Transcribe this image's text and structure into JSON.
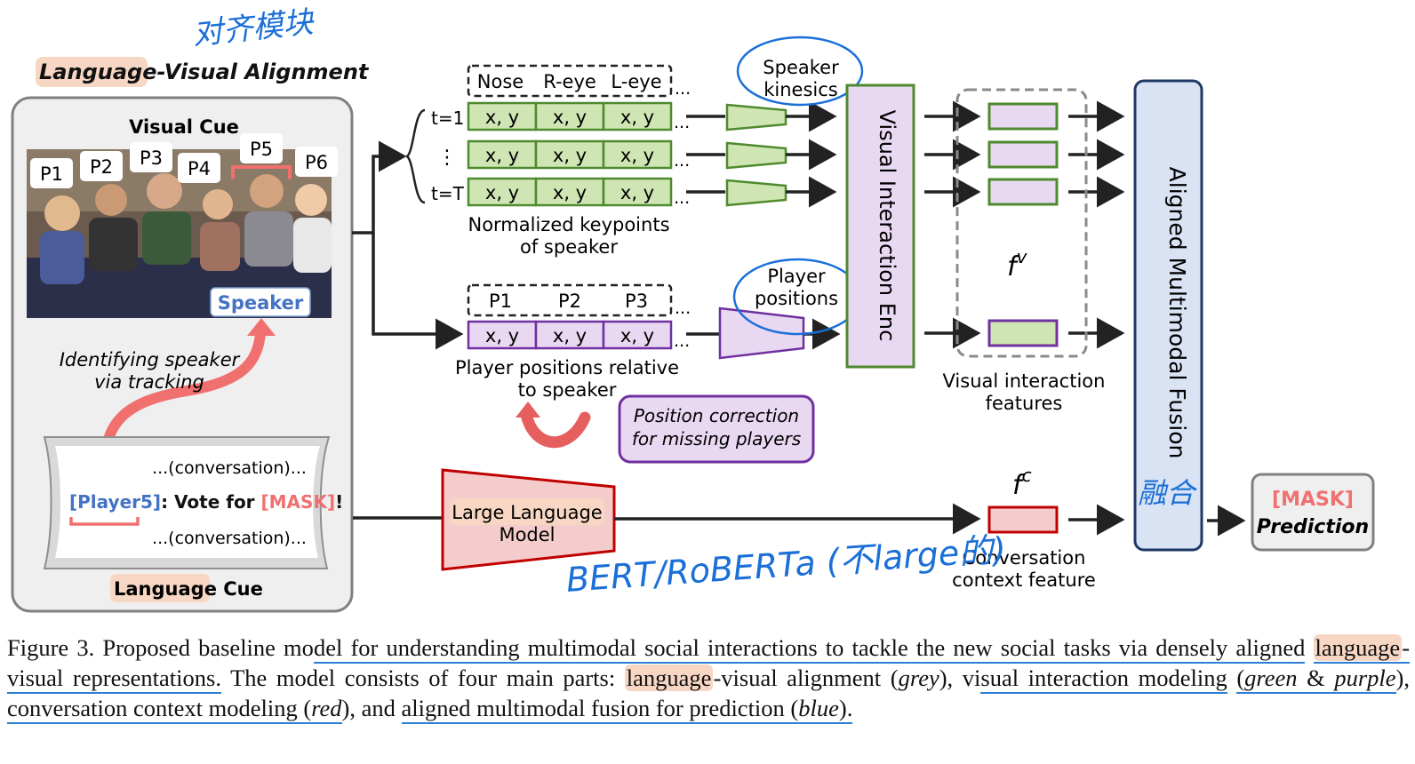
{
  "alignment": {
    "title_hl": "Language",
    "title_rest": "-Visual Alignment",
    "visual_cue": "Visual Cue",
    "players": [
      "P1",
      "P2",
      "P3",
      "P4",
      "P5",
      "P6"
    ],
    "speaker": "Speaker",
    "tracking": [
      "Identifying speaker",
      "via tracking"
    ],
    "conv_line1": "...(conversation)...",
    "conv_player": "[Player5]",
    "conv_vote": ": Vote for ",
    "conv_mask": "[MASK]",
    "conv_excl": "!",
    "conv_line3": "...(conversation)...",
    "language_cue_hl": "Language",
    "language_cue_rest": " Cue"
  },
  "keypoints": {
    "headers": [
      "Nose",
      "R-eye",
      "L-eye"
    ],
    "rows": [
      "t=1",
      "⋮",
      "t=T"
    ],
    "cell": "x, y",
    "ellipsis": "...",
    "label": [
      "Normalized keypoints",
      "of speaker"
    ],
    "bubble": [
      "Speaker",
      "kinesics"
    ]
  },
  "positions": {
    "headers": [
      "P1",
      "P2",
      "P3"
    ],
    "cell": "x, y",
    "label": [
      "Player positions relative",
      "to speaker"
    ],
    "bubble": [
      "Player",
      "positions"
    ],
    "correction": [
      "Position correction",
      "for missing players"
    ]
  },
  "encoder": {
    "label": "Visual Interaction Enc"
  },
  "features": {
    "symbol": "f",
    "sup": "v",
    "label": [
      "Visual interaction",
      "features"
    ]
  },
  "llm": {
    "hl1": "Large",
    "hl2": "Language",
    "line2": "Model"
  },
  "context": {
    "symbol": "f",
    "sup": "c",
    "label": [
      "Conversation",
      "context feature"
    ]
  },
  "fusion": {
    "label": "Aligned Multimodal Fusion"
  },
  "prediction": {
    "mask": "[MASK]",
    "label": "Prediction"
  },
  "annotations": {
    "align_zh": "对齐模块",
    "fusion_zh": "融合",
    "bert_note": "BERT/RoBERTa (不large的)"
  },
  "caption": {
    "p1": "Figure 3.  Proposed baseline mo",
    "u1": "del for understanding multimodal social interactions to tackle the new social tasks via densely aligned",
    "u2a": "language",
    "u2b": "-visual representations.",
    "p2": " The model consists of four main parts: ",
    "hl3": "language",
    "p3": "-visual alignment (",
    "grey": "grey",
    "p4": "), vi",
    "u4": "sual interaction modeling",
    "p5a": "(",
    "green": "green",
    "amp": " & ",
    "purple": "purple",
    "p5b": "), ",
    "u5": "conversation context modeling (",
    "red": "red",
    "p6": "), and ",
    "u6a": "aligned multimodal fusion for prediction (",
    "blue": "blue",
    "u6b": ").",
    "colors": {
      "underline": "#2b7fd6",
      "highlight": "#f7d7c3"
    }
  },
  "colors": {
    "green_fill": "#cfe6b4",
    "green_stroke": "#4f8a2e",
    "purple_fill": "#e9d8f2",
    "purple_stroke": "#7030a0",
    "red_fill": "#f5cccc",
    "red_stroke": "#c00000",
    "blue_fill": "#dae3f3",
    "blue_stroke": "#1f3864",
    "grey_fill": "#efefef",
    "grey_stroke": "#808080",
    "pen_blue": "#1a6fd8",
    "salmon": "#f07070"
  }
}
